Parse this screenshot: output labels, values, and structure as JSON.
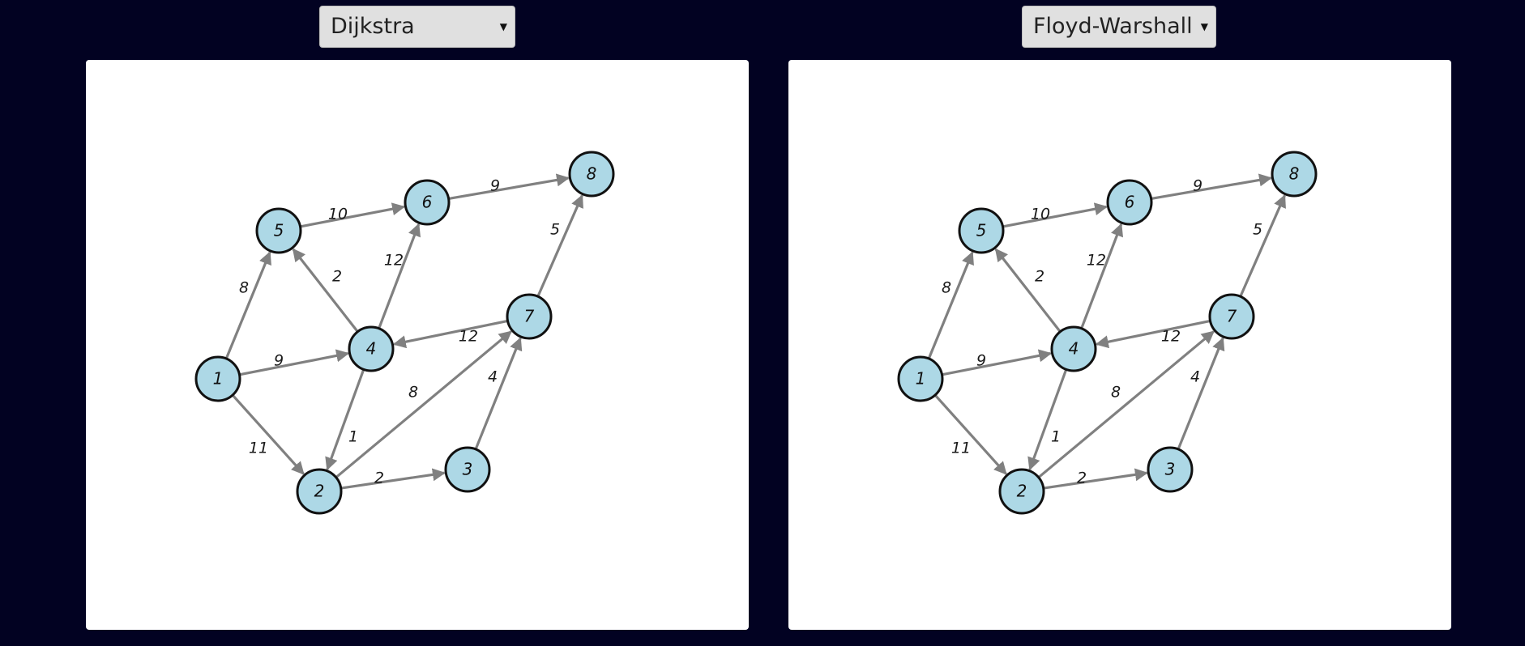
{
  "panels": [
    {
      "algorithm": "Dijkstra",
      "nodes": [
        {
          "id": "1"
        },
        {
          "id": "2"
        },
        {
          "id": "3"
        },
        {
          "id": "4"
        },
        {
          "id": "5"
        },
        {
          "id": "6"
        },
        {
          "id": "7"
        },
        {
          "id": "8"
        }
      ],
      "edges": [
        {
          "from": "1",
          "to": "5",
          "weight": "8"
        },
        {
          "from": "1",
          "to": "4",
          "weight": "9"
        },
        {
          "from": "1",
          "to": "2",
          "weight": "11"
        },
        {
          "from": "4",
          "to": "5",
          "weight": "2"
        },
        {
          "from": "4",
          "to": "6",
          "weight": "12"
        },
        {
          "from": "4",
          "to": "2",
          "weight": "1"
        },
        {
          "from": "5",
          "to": "6",
          "weight": "10"
        },
        {
          "from": "6",
          "to": "8",
          "weight": "9"
        },
        {
          "from": "7",
          "to": "8",
          "weight": "5"
        },
        {
          "from": "7",
          "to": "4",
          "weight": "12"
        },
        {
          "from": "2",
          "to": "7",
          "weight": "8"
        },
        {
          "from": "2",
          "to": "3",
          "weight": "2"
        },
        {
          "from": "3",
          "to": "7",
          "weight": "4"
        }
      ]
    },
    {
      "algorithm": "Floyd-Warshall",
      "nodes": [
        {
          "id": "1"
        },
        {
          "id": "2"
        },
        {
          "id": "3"
        },
        {
          "id": "4"
        },
        {
          "id": "5"
        },
        {
          "id": "6"
        },
        {
          "id": "7"
        },
        {
          "id": "8"
        }
      ],
      "edges": [
        {
          "from": "1",
          "to": "5",
          "weight": "8"
        },
        {
          "from": "1",
          "to": "4",
          "weight": "9"
        },
        {
          "from": "1",
          "to": "2",
          "weight": "11"
        },
        {
          "from": "4",
          "to": "5",
          "weight": "2"
        },
        {
          "from": "4",
          "to": "6",
          "weight": "12"
        },
        {
          "from": "4",
          "to": "2",
          "weight": "1"
        },
        {
          "from": "5",
          "to": "6",
          "weight": "10"
        },
        {
          "from": "6",
          "to": "8",
          "weight": "9"
        },
        {
          "from": "7",
          "to": "8",
          "weight": "5"
        },
        {
          "from": "7",
          "to": "4",
          "weight": "12"
        },
        {
          "from": "2",
          "to": "7",
          "weight": "8"
        },
        {
          "from": "2",
          "to": "3",
          "weight": "2"
        },
        {
          "from": "3",
          "to": "7",
          "weight": "4"
        }
      ]
    }
  ],
  "colors": {
    "background": "#020222",
    "canvas": "#ffffff",
    "node_fill": "#add8e6",
    "node_stroke": "#111111",
    "edge": "#808080"
  }
}
